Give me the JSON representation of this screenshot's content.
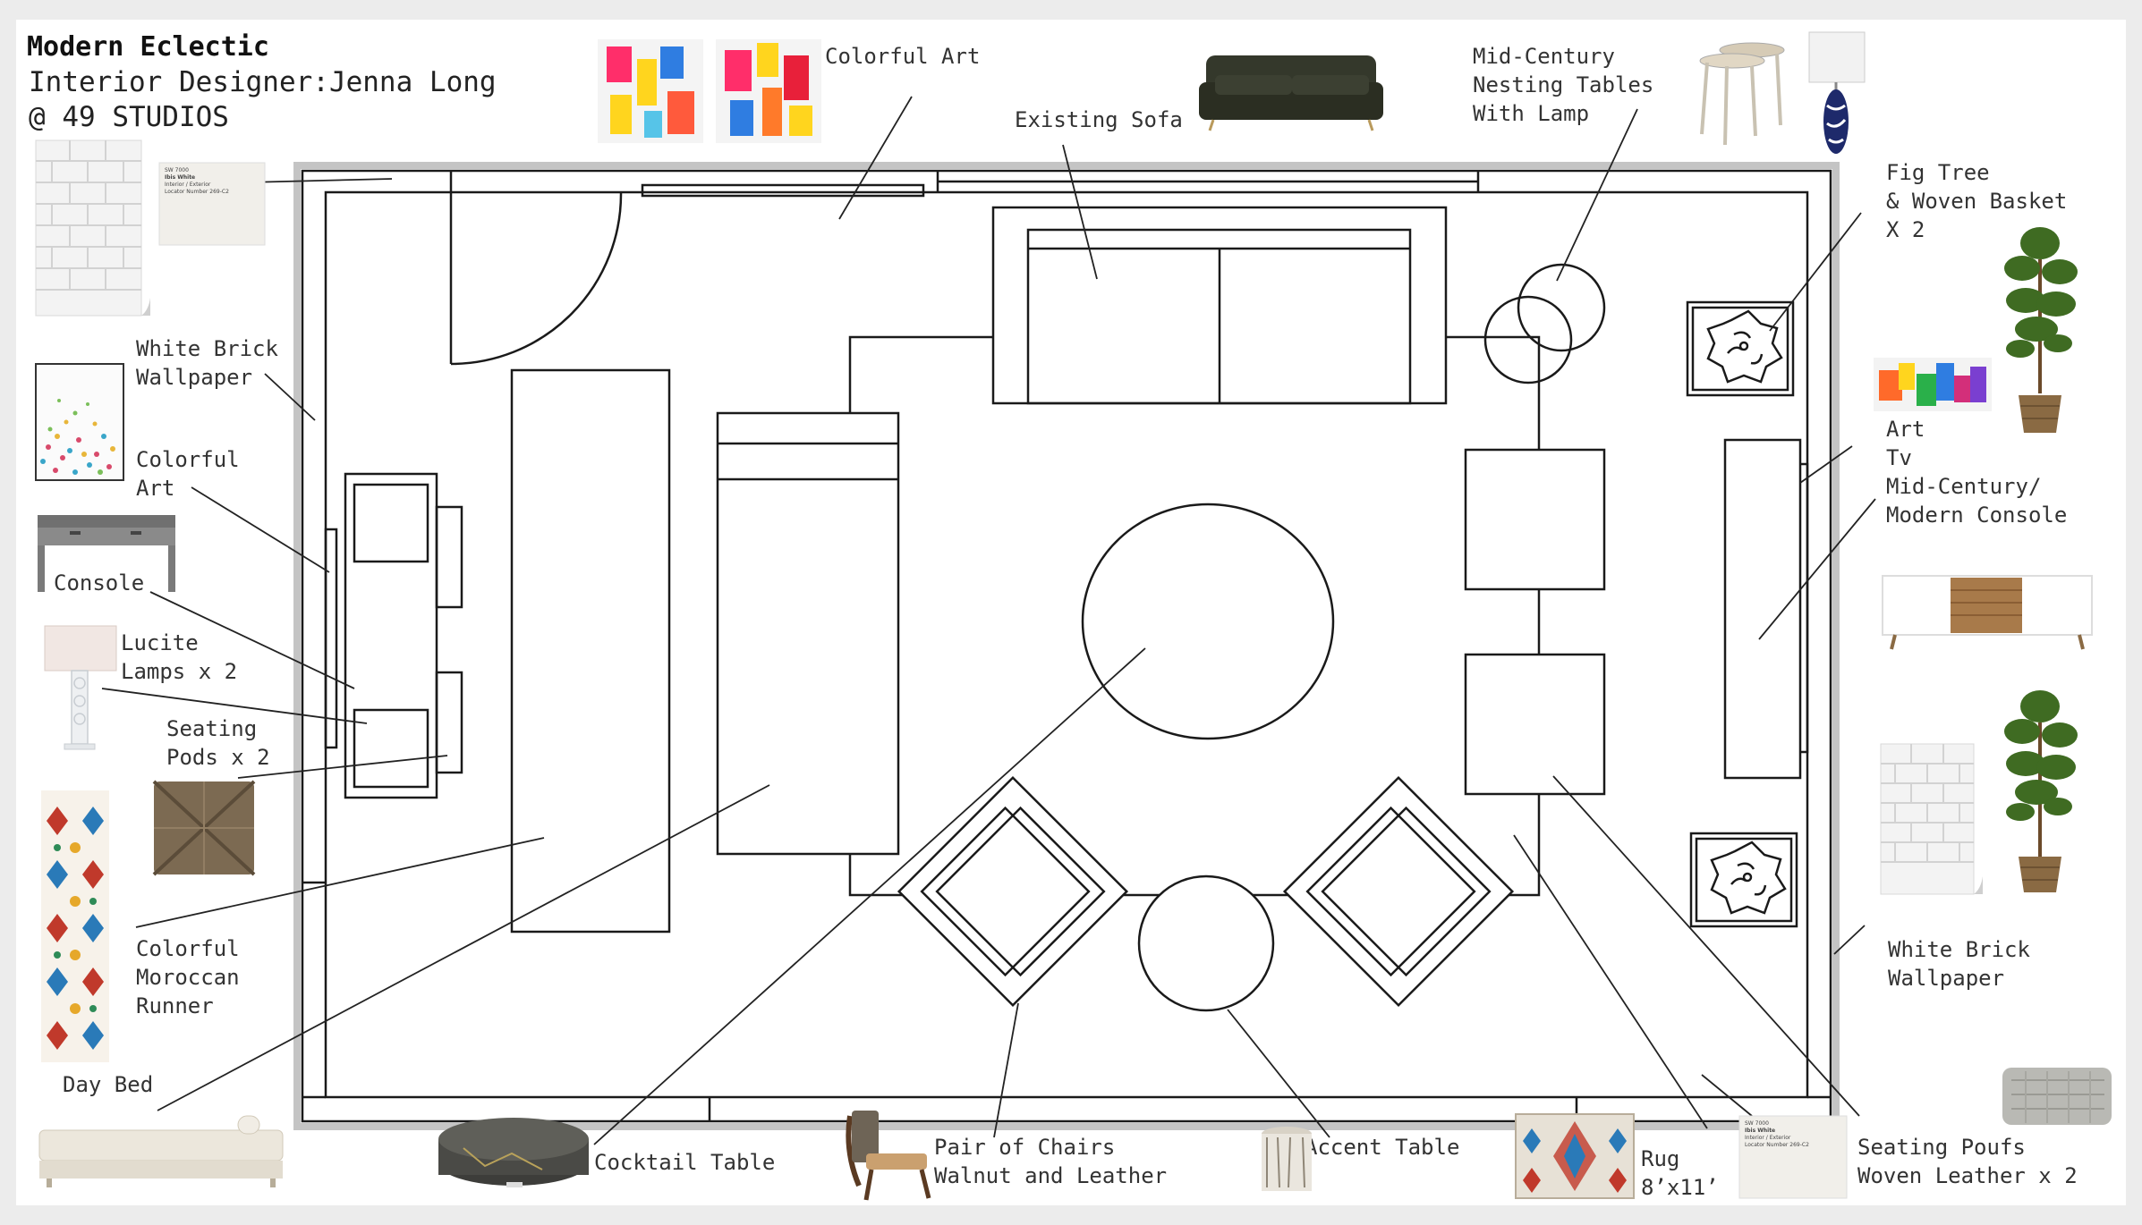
{
  "header": {
    "title": "Modern Eclectic",
    "designer": "Interior Designer:Jenna Long",
    "studio": "@ 49 STUDIOS"
  },
  "labels": {
    "colorful_art_top": "Colorful Art",
    "existing_sofa": "Existing Sofa",
    "nesting": [
      "Mid-Century",
      "Nesting Tables",
      "With Lamp"
    ],
    "fig_tree": [
      "Fig Tree",
      "& Woven Basket",
      "X 2"
    ],
    "white_brick_left": [
      "White Brick",
      "Wallpaper"
    ],
    "colorful_art_left": [
      "Colorful",
      "Art"
    ],
    "console": "Console",
    "lucite": [
      "Lucite",
      "Lamps x 2"
    ],
    "seating_pods": [
      "Seating",
      "Pods x 2"
    ],
    "runner": [
      "Colorful",
      "Moroccan",
      "Runner"
    ],
    "day_bed": "Day Bed",
    "art_tv": [
      "Art",
      "Tv",
      "Mid-Century/",
      "Modern Console"
    ],
    "white_brick_right": [
      "White Brick",
      "Wallpaper"
    ],
    "cocktail_table": "Cocktail Table",
    "chairs": [
      "Pair of Chairs",
      "Walnut and Leather"
    ],
    "accent_table": "Accent Table",
    "rug": [
      "Rug",
      "8’x11’"
    ],
    "poufs": [
      "Seating Poufs",
      "Woven Leather x 2"
    ]
  },
  "swatch": {
    "code": "SW 7000",
    "name": "Ibis White",
    "line1": "Interior / Exterior",
    "line2": "Locator Number 269-C2"
  }
}
